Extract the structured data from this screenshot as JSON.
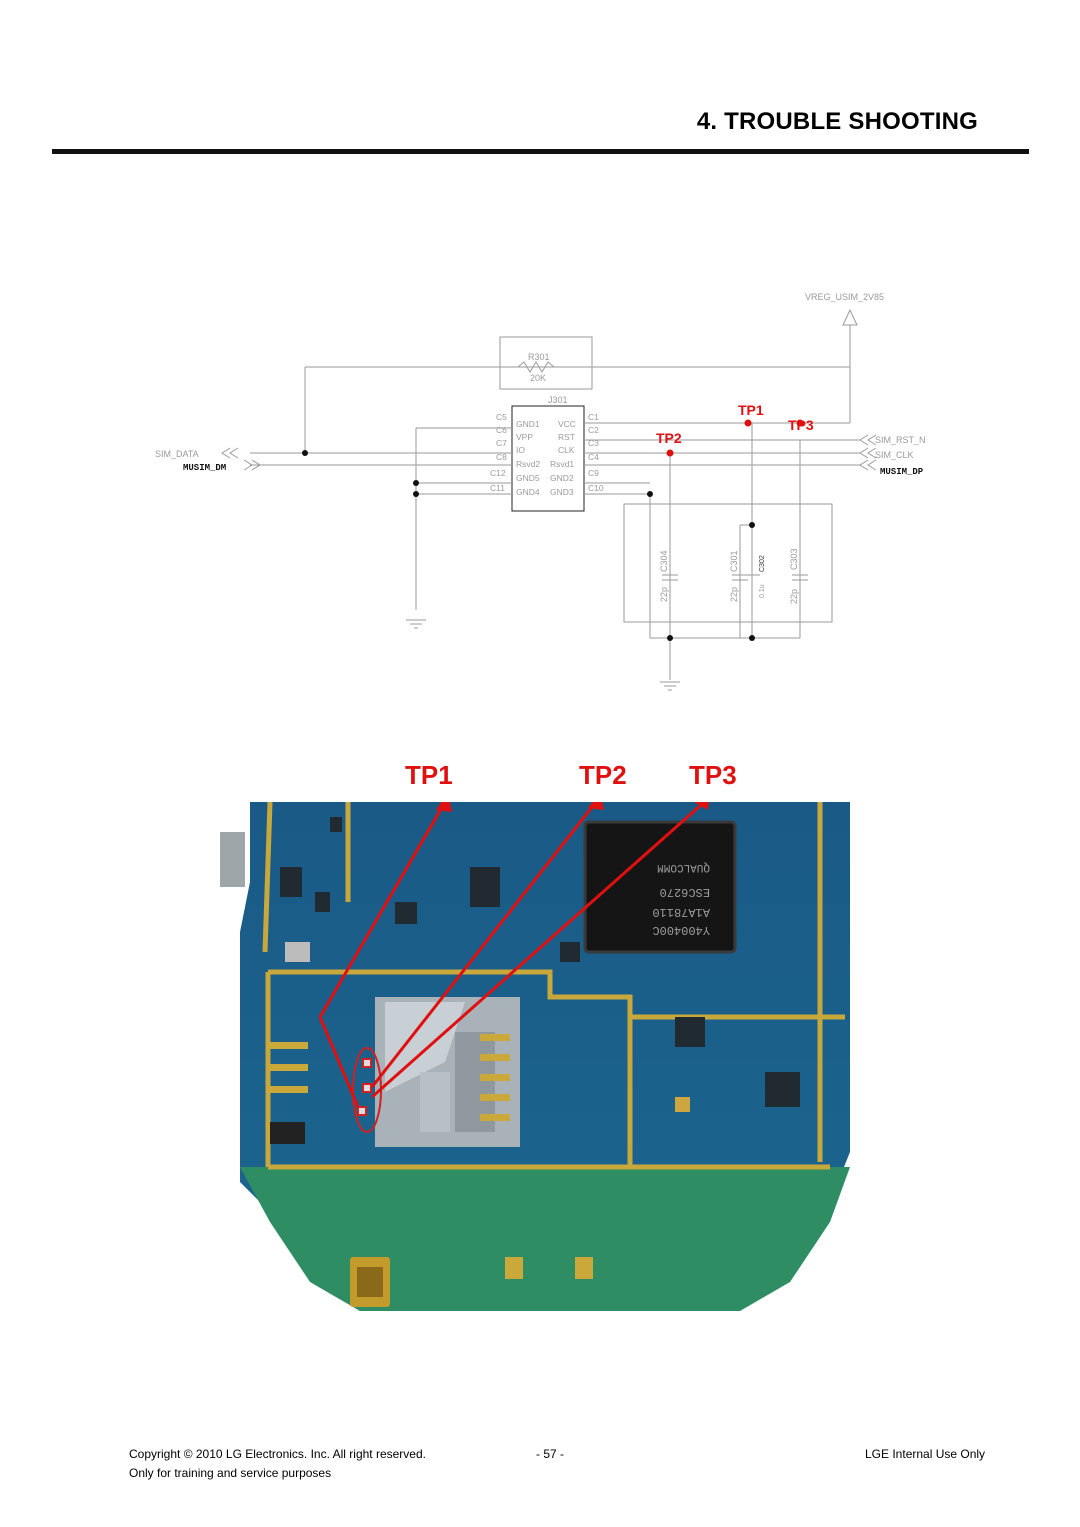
{
  "header": {
    "title": "4. TROUBLE SHOOTING"
  },
  "schematic": {
    "net_vreg": "VREG_USIM_2V85",
    "resistor_ref": "R301",
    "resistor_value": "20K",
    "connector_ref": "J301",
    "pins_left": [
      "C5",
      "C6",
      "C7",
      "C8",
      "C12",
      "C11"
    ],
    "pins_right": [
      "C1",
      "C2",
      "C3",
      "C4",
      "C9",
      "C10"
    ],
    "inner_left": [
      "GND1",
      "VPP",
      "IO",
      "Rsvd2",
      "GND5",
      "GND4"
    ],
    "inner_right": [
      "VCC",
      "RST",
      "CLK",
      "Rsvd1",
      "GND2",
      "GND3"
    ],
    "net_sim_data": "SIM_DATA",
    "net_musim_dm": "MUSIM_DM",
    "net_sim_rst": "SIM_RST_N",
    "net_sim_clk": "SIM_CLK",
    "net_musim_dp": "MUSIM_DP",
    "cap_c304_ref": "C304",
    "cap_c304_val": "22p",
    "cap_c301_ref": "C301",
    "cap_c301_val": "22p",
    "cap_c302_ref": "C302",
    "cap_c302_val": "0.1u",
    "cap_c303_ref": "C303",
    "cap_c303_val": "22p",
    "tp1": "TP1",
    "tp2": "TP2",
    "tp3": "TP3"
  },
  "board_labels": {
    "tp1": "TP1",
    "tp2": "TP2",
    "tp3": "TP3"
  },
  "board_chip": {
    "line1": "Y400400C",
    "line2": "A1A78110",
    "line3": "ESC6270",
    "brand": "QUALCOMM"
  },
  "footer": {
    "copyright": "Copyright © 2010 LG Electronics. Inc. All right reserved.",
    "purpose": "Only for training and service purposes",
    "page": "- 57 -",
    "internal": "LGE Internal Use Only"
  },
  "colors": {
    "accent": "#e01010",
    "board_blue": "#1f5f8f",
    "board_green": "#2e8a5a",
    "gold": "#c8a83a"
  }
}
